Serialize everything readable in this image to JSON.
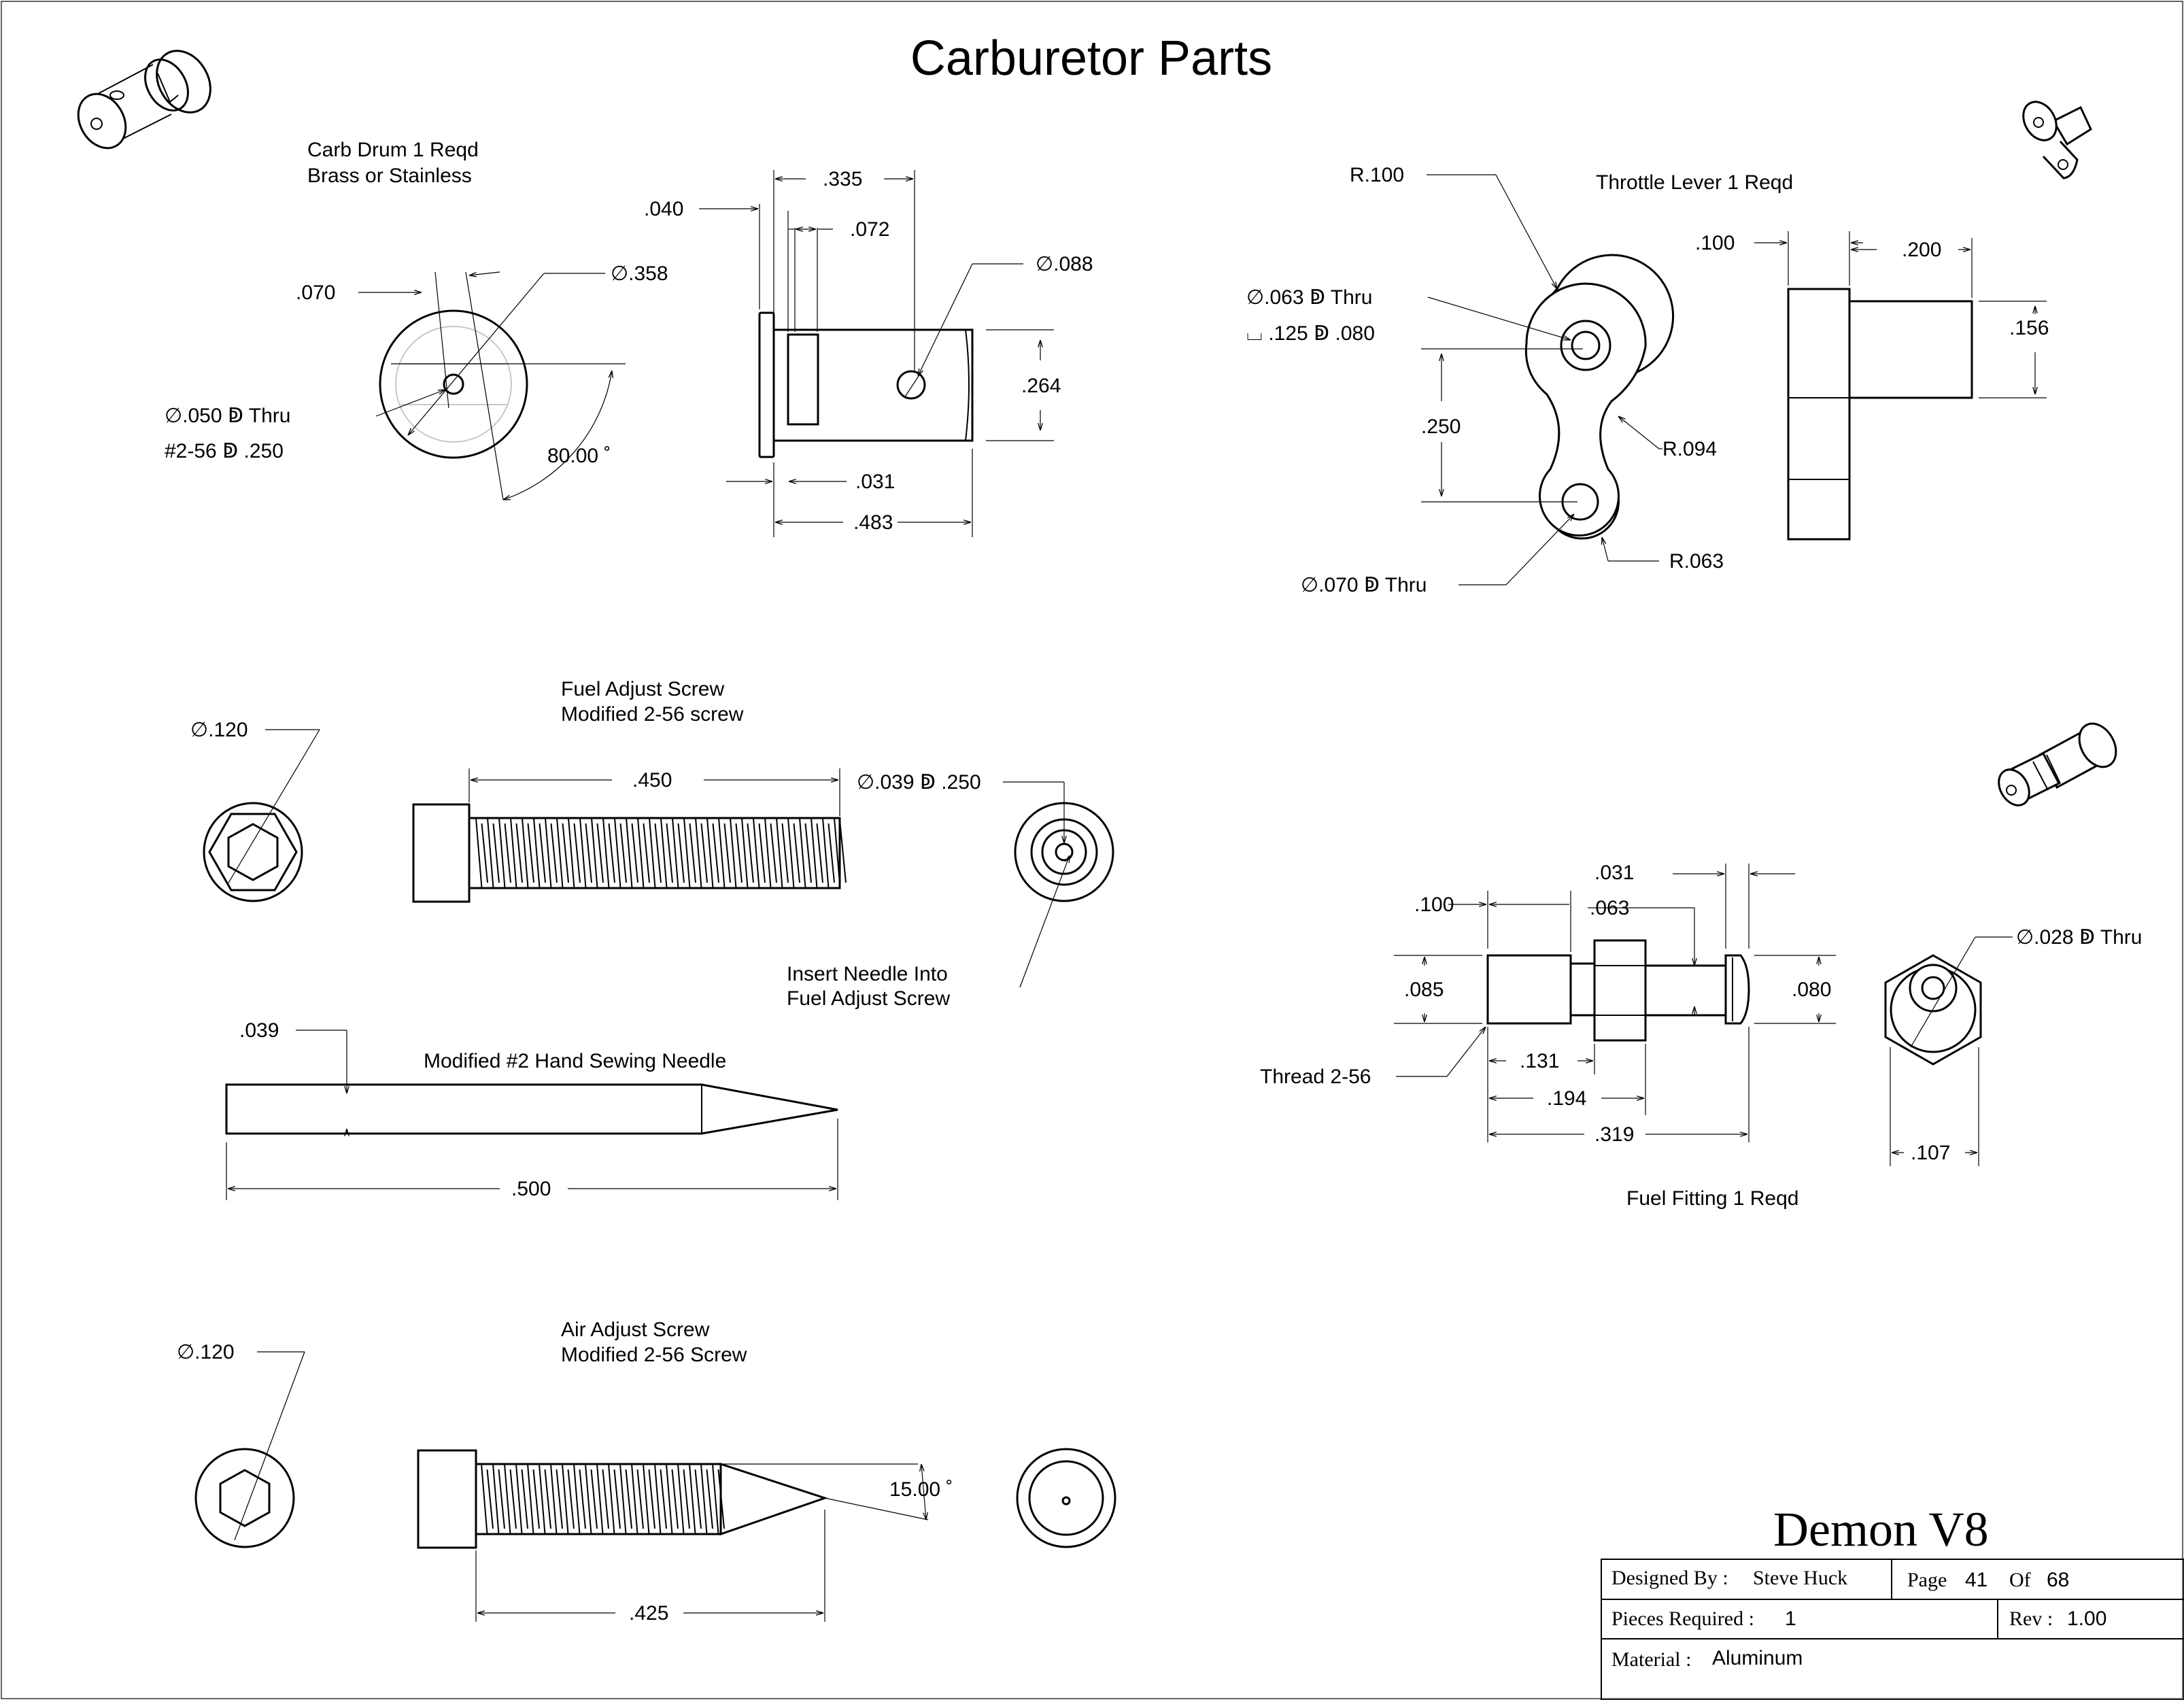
{
  "title": "Carburetor Parts",
  "carb_drum": {
    "name": "Carb Drum  1 Reqd",
    "material": "Brass or Stainless",
    "dims": {
      "d_070": ".070",
      "dia_358": "∅.358",
      "hole_050": "∅.050 ↁ Thru",
      "thread": "#2-56 ↁ .250",
      "angle": "80.00 ˚",
      "d_335": ".335",
      "d_040": ".040",
      "d_072": ".072",
      "dia_088": "∅.088",
      "d_264": ".264",
      "d_031": ".031",
      "d_483": ".483"
    }
  },
  "throttle_lever": {
    "name": "Throttle Lever  1 Reqd",
    "dims": {
      "r_100": "R.100",
      "hole_063": "∅.063 ↁ Thru",
      "cbore": "⌴ .125 ↁ .080",
      "d_250": ".250",
      "r_094": "R.094",
      "r_063": "R.063",
      "hole_070": "∅.070 ↁ Thru",
      "d_100": ".100",
      "d_200": ".200",
      "d_156": ".156"
    }
  },
  "fuel_adjust_screw": {
    "name": "Fuel Adjust Screw",
    "desc": "Modified 2-56 screw",
    "dims": {
      "dia_120": "∅.120",
      "d_450": ".450",
      "hole_039": "∅.039 ↁ .250"
    },
    "note_line1": "Insert Needle Into",
    "note_line2": "Fuel Adjust Screw"
  },
  "needle": {
    "name": "Modified #2 Hand Sewing Needle",
    "dims": {
      "d_039": ".039",
      "d_500": ".500"
    }
  },
  "air_adjust_screw": {
    "name": "Air Adjust Screw",
    "desc": "Modified 2-56 Screw",
    "dims": {
      "dia_120": "∅.120",
      "angle": "15.00 ˚",
      "d_425": ".425"
    }
  },
  "fuel_fitting": {
    "name": "Fuel Fitting  1 Reqd",
    "dims": {
      "d_031": ".031",
      "d_100": ".100",
      "d_063": ".063",
      "d_085": ".085",
      "d_080": ".080",
      "hole_028": "∅.028 ↁ Thru",
      "thread": "Thread 2-56",
      "d_131": ".131",
      "d_194": ".194",
      "d_319": ".319",
      "d_107": ".107"
    }
  },
  "title_block": {
    "project": "Demon V8",
    "designed_by_label": "Designed By :",
    "designed_by": "Steve Huck",
    "page_label": "Page",
    "page": "41",
    "of_label": "Of",
    "total_pages": "68",
    "pieces_label": "Pieces Required :",
    "pieces": "1",
    "rev_label": "Rev :",
    "rev": "1.00",
    "material_label": "Material :",
    "material": "Aluminum"
  }
}
